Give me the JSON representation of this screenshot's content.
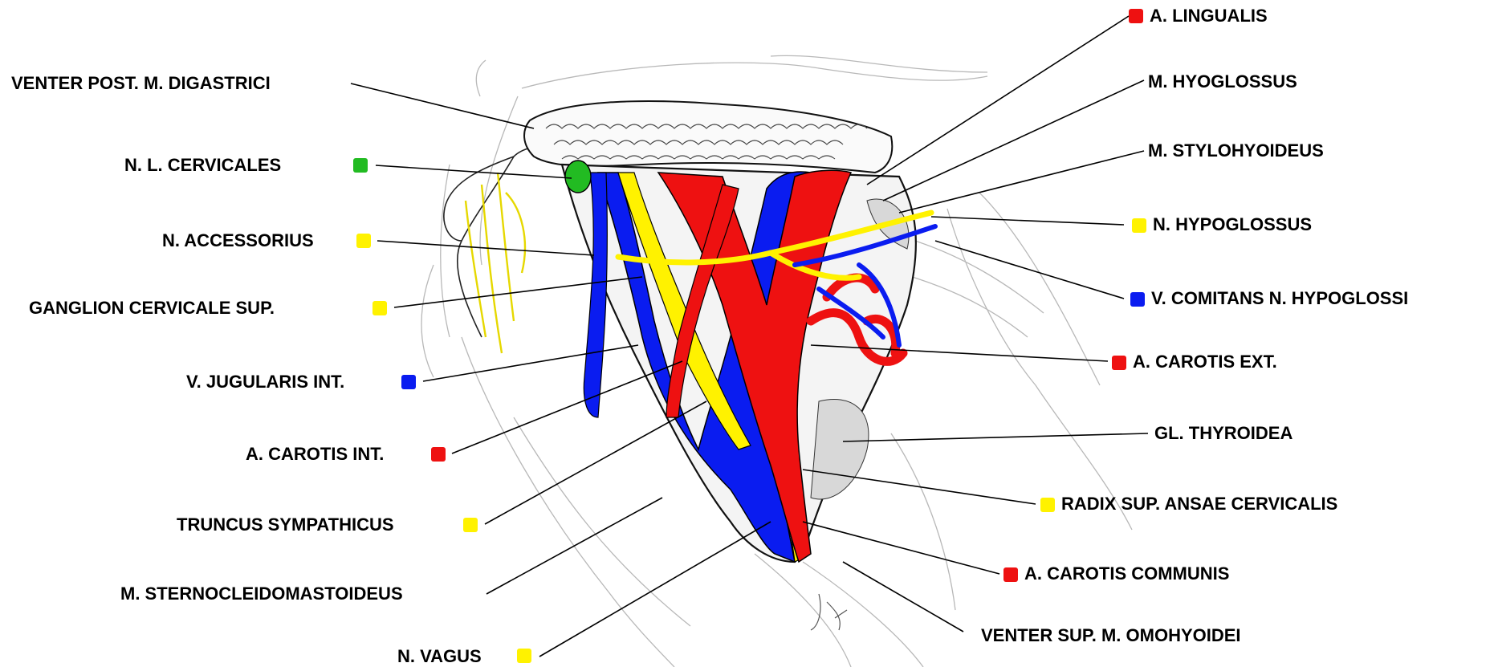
{
  "colors": {
    "artery": "#ee1111",
    "vein": "#0a1cf0",
    "nerve": "#fff200",
    "lymph": "#22bb22",
    "line": "#000000"
  },
  "labels": {
    "venter_post": {
      "text": "VENTER POST. M. DIGASTRICI",
      "category": "none"
    },
    "n_l_cervicales": {
      "text": "N. L. CERVICALES",
      "category": "lymph"
    },
    "n_accessorius": {
      "text": "N. ACCESSORIUS",
      "category": "nerve"
    },
    "ganglion": {
      "text": "GANGLION CERVICALE SUP.",
      "category": "nerve"
    },
    "v_jugularis": {
      "text": "V. JUGULARIS INT.",
      "category": "vein"
    },
    "a_carotis_int": {
      "text": "A. CAROTIS INT.",
      "category": "artery"
    },
    "truncus": {
      "text": "TRUNCUS SYMPATHICUS",
      "category": "nerve"
    },
    "m_scm": {
      "text": "M. STERNOCLEIDOMASTOIDEUS",
      "category": "none"
    },
    "n_vagus": {
      "text": "N. VAGUS",
      "category": "nerve"
    },
    "a_lingualis": {
      "text": "A. LINGUALIS",
      "category": "artery"
    },
    "m_hyoglossus": {
      "text": "M. HYOGLOSSUS",
      "category": "none"
    },
    "m_stylohyoideus": {
      "text": "M. STYLOHYOIDEUS",
      "category": "none"
    },
    "n_hypoglossus": {
      "text": "N. HYPOGLOSSUS",
      "category": "nerve"
    },
    "v_comitans": {
      "text": "V. COMITANS N. HYPOGLOSSI",
      "category": "vein"
    },
    "a_carotis_ext": {
      "text": "A. CAROTIS EXT.",
      "category": "artery"
    },
    "gl_thyroidea": {
      "text": "GL. THYROIDEA",
      "category": "none"
    },
    "radix": {
      "text": "RADIX SUP. ANSAE CERVICALIS",
      "category": "nerve"
    },
    "a_carotis_comm": {
      "text": "A. CAROTIS COMMUNIS",
      "category": "artery"
    },
    "venter_sup": {
      "text": "VENTER SUP. M. OMOHYOIDEI",
      "category": "none"
    }
  }
}
